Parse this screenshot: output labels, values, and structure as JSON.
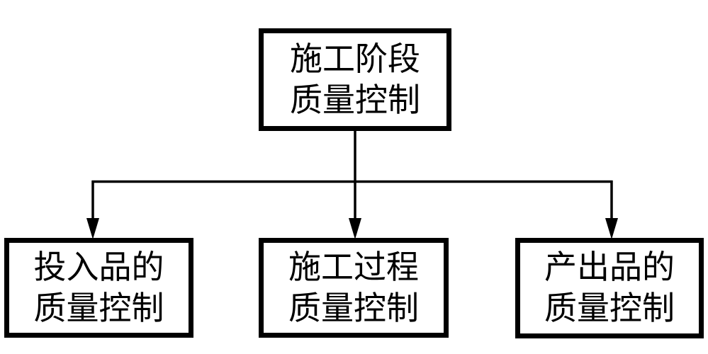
{
  "diagram": {
    "type": "flowchart",
    "background_color": "#ffffff",
    "line_color": "#000000",
    "text_color": "#000000",
    "nodes": {
      "root": {
        "id": "root",
        "line1": "施工阶段",
        "line2": "质量控制"
      },
      "left": {
        "id": "left",
        "line1": "投入品的",
        "line2": "质量控制"
      },
      "middle": {
        "id": "middle",
        "line1": "施工过程",
        "line2": "质量控制"
      },
      "right": {
        "id": "right",
        "line1": "产出品的",
        "line2": "质量控制"
      }
    },
    "connections": [
      {
        "from": "root",
        "to": "left",
        "arrow": "down"
      },
      {
        "from": "root",
        "to": "middle",
        "arrow": "down"
      },
      {
        "from": "root",
        "to": "right",
        "arrow": "down"
      }
    ]
  }
}
